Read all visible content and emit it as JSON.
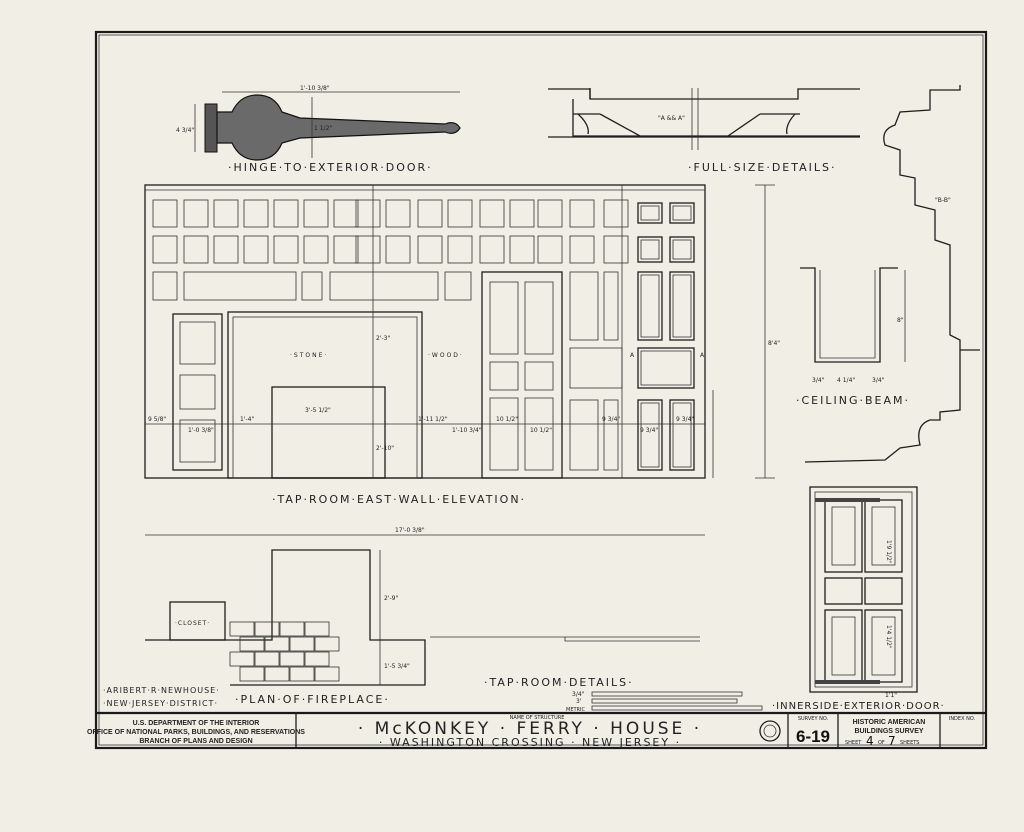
{
  "hinge": {
    "title": "·HINGE·TO·EXTERIOR·DOOR·",
    "length_dim": "1'-10 3/8\"",
    "height_dim": "4 3/4\"",
    "mid_dim": "1 1/2\""
  },
  "full_size": {
    "title": "·FULL·SIZE·DETAILS·",
    "section_label": "\"A  &&  A\"",
    "bb_label": "\"B-B\""
  },
  "ceiling_beam": {
    "title": "·CEILING·BEAM·",
    "depth_dim": "8\"",
    "width_dim": "4 1/4\"",
    "left_dim": "3/4\"",
    "right_dim": "3/4\""
  },
  "elevation": {
    "title": "·TAP·ROOM·EAST·WALL·ELEVATION·",
    "stone": "·STONE·",
    "wood": "·WOOD·",
    "height_dim": "8'4\"",
    "overall_dim": "17'-0 3/8\"",
    "fire_width": "3'-5 1/2\"",
    "fire_height": "2'-10\"",
    "mantel_height": "2'-3\"",
    "dims": [
      "9 5/8\"",
      "1'-0 3/8\"",
      "1'-4\"",
      "1'-11 1/2\"",
      "1'-10 3/4\"",
      "10 1/2\"",
      "10 1/2\"",
      "9 3/4\"",
      "9 3/4\"",
      "9 3/4\""
    ],
    "section_mark": "A"
  },
  "plan": {
    "title": "·PLAN·OF·FIREPLACE·",
    "closet": "·CLOSET·",
    "depth_dim": "2'-9\"",
    "hearth_dim": "1'-5 3/4\""
  },
  "details_title": "·TAP·ROOM·DETAILS·",
  "door": {
    "title": "·INNERSIDE·EXTERIOR·DOOR·",
    "dim1": "1'9 1/2\"",
    "dim2": "1'4 1/2\"",
    "bottom_dim": "1'1\""
  },
  "scale": {
    "label1": "3/4\"",
    "label2": "3'",
    "label3": "METRIC"
  },
  "delineator": {
    "name": "·ARIBERT·R·NEWHOUSE·",
    "district": "·NEW·JERSEY·DISTRICT·"
  },
  "title_block": {
    "agency1": "U.S. DEPARTMENT OF THE INTERIOR",
    "agency2": "OFFICE OF NATIONAL PARKS, BUILDINGS, AND RESERVATIONS",
    "agency3": "BRANCH OF PLANS AND DESIGN",
    "name_caption": "NAME OF STRUCTURE",
    "structure": "· McKONKEY · FERRY · HOUSE ·",
    "location": "· WASHINGTON  CROSSING · NEW JERSEY ·",
    "survey_caption": "SURVEY NO.",
    "survey_no": "6-19",
    "habs1": "HISTORIC AMERICAN",
    "habs2": "BUILDINGS SURVEY",
    "sheet_word": "SHEET",
    "sheet_no": "4",
    "of_word": "OF",
    "sheet_total": "7",
    "sheets_word": "SHEETS",
    "index_caption": "INDEX NO."
  }
}
